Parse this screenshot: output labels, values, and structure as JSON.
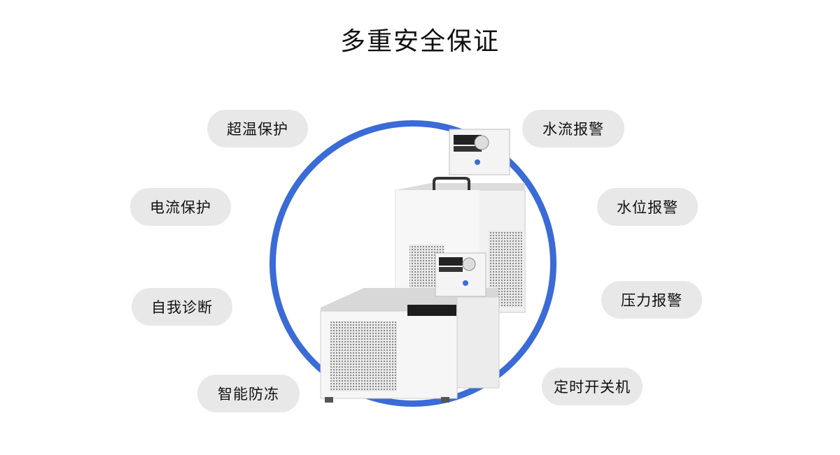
{
  "title": "多重安全保证",
  "features_left": [
    "超温保护",
    "电流保护",
    "自我诊断",
    "智能防冻"
  ],
  "features_right": [
    "水流报警",
    "水位报警",
    "压力报警",
    "定时开关机"
  ],
  "colors": {
    "ring": "#3a6bd6",
    "pill": "#e8e8e8",
    "text": "#111111"
  }
}
